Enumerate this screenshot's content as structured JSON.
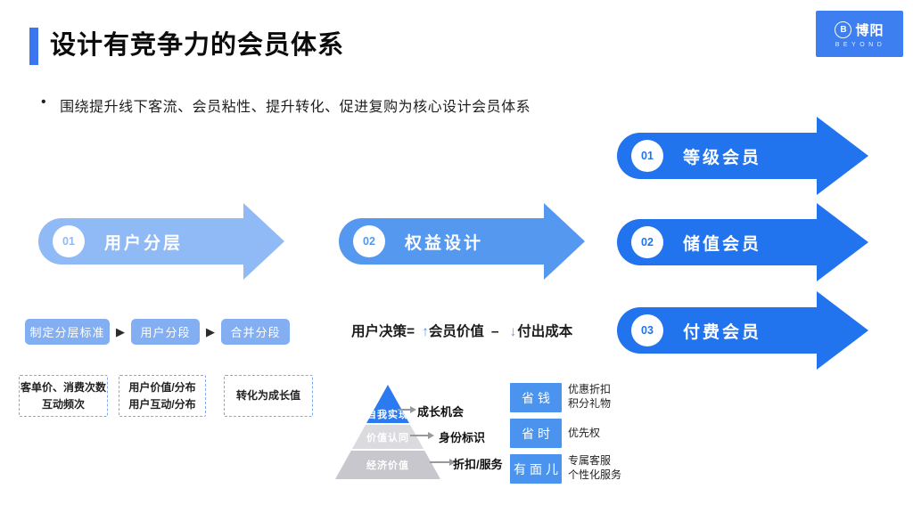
{
  "header": {
    "title": "设计有竞争力的会员体系",
    "bullet_marker": "•",
    "bullet": "围绕提升线下客流、会员粘性、提升转化、促进复购为核心设计会员体系"
  },
  "logo": {
    "monogram": "B",
    "name": "博阳",
    "subtitle": "BEYOND"
  },
  "colors": {
    "accent_blue": "#3B76F0",
    "light_arrow": "#8FBAF5",
    "mid_arrow": "#5598F0",
    "bright_arrow": "#2273EE",
    "step_button": "#84AEF2",
    "benefit_tag": "#4A94EF",
    "pyramid_top": "#2B7AF0",
    "pyramid_mid": "#DBDBDF",
    "pyramid_base": "#C7C7CD"
  },
  "process_arrows": [
    {
      "num": "01",
      "label": "用户分层"
    },
    {
      "num": "02",
      "label": "权益设计"
    }
  ],
  "member_arrows": [
    {
      "num": "01",
      "label": "等级会员"
    },
    {
      "num": "02",
      "label": "储值会员"
    },
    {
      "num": "03",
      "label": "付费会员"
    }
  ],
  "steps": {
    "separator": "▶",
    "items": [
      "制定分层标准",
      "用户分段",
      "合并分段"
    ]
  },
  "notes": [
    {
      "lines": [
        "客单价、消费次数",
        "互动频次"
      ]
    },
    {
      "lines": [
        "用户价值/分布",
        "用户互动/分布"
      ]
    },
    {
      "lines": [
        "转化为成长值"
      ]
    }
  ],
  "formula": {
    "lhs": "用户决策=",
    "up": "↑",
    "value": "会员价值",
    "minus": "–",
    "down": "↓",
    "cost": "付出成本"
  },
  "pyramid": {
    "levels": [
      {
        "label": "自我实现",
        "benefit": "成长机会"
      },
      {
        "label": "价值认同",
        "benefit": "身份标识"
      },
      {
        "label": "经济价值",
        "benefit": "折扣/服务"
      }
    ]
  },
  "benefits": [
    {
      "tag": "省钱",
      "lines": [
        "优惠折扣",
        "积分礼物"
      ]
    },
    {
      "tag": "省时",
      "lines": [
        "优先权"
      ]
    },
    {
      "tag": "有面儿",
      "lines": [
        "专属客服",
        "个性化服务"
      ]
    }
  ]
}
